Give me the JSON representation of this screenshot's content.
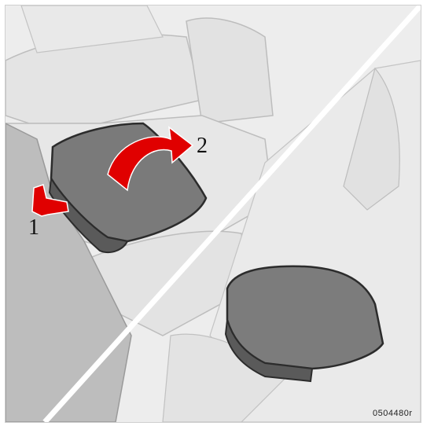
{
  "figure": {
    "callouts": {
      "step1": "1",
      "step2": "2"
    },
    "reference_code": "0504480r",
    "colors": {
      "arrow": "#e00000",
      "armrest": "#7a7a7a",
      "seat": "#e6e6e6",
      "divider": "#ffffff"
    }
  }
}
